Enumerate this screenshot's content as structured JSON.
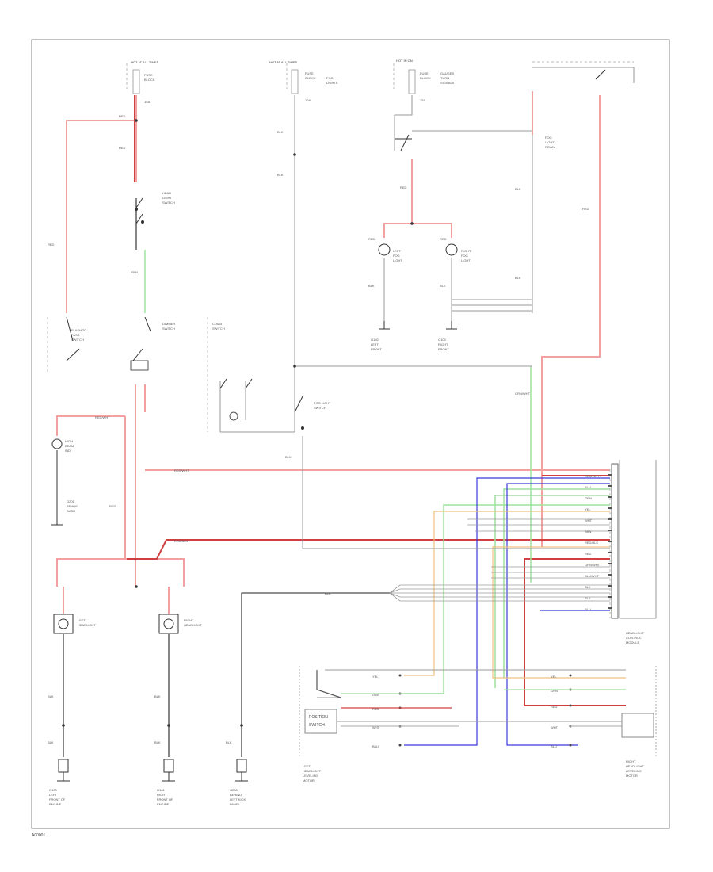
{
  "diagram": {
    "footer": "A00001",
    "frame_title": "WIRING DIAGRAM",
    "colors": {
      "red": "#f2a0a0",
      "red_dark": "#d04040",
      "green": "#9ee29e",
      "blue": "#3b3bdb",
      "gray": "#9a9a9a",
      "orange": "#f0c080",
      "black": "#222222"
    },
    "fuses": [
      {
        "label": "HOT AT ALL TIMES",
        "lines": [
          "FUSE",
          "BLOCK",
          "15A"
        ]
      },
      {
        "label": "HOT AT ALL TIMES",
        "lines": [
          "FUSE",
          "BLOCK",
          "10A",
          "FOG",
          "LIGHTS"
        ]
      },
      {
        "label": "HOT IN ON",
        "lines": [
          "FUSE",
          "BLOCK",
          "15A",
          "GAUGES",
          "TURN",
          "SIGNALS"
        ]
      }
    ],
    "switches": [
      {
        "label": "HEADLIGHT SWITCH",
        "lines": [
          "HEAD",
          "LIGHT",
          "SWITCH"
        ]
      },
      {
        "label": "DIMMER SWITCH",
        "lines": [
          "DIMMER",
          "SWITCH"
        ]
      },
      {
        "label": "FLASH TO PASS SWITCH",
        "lines": [
          "FLASH TO",
          "PASS",
          "SWITCH"
        ]
      },
      {
        "label": "FOG LIGHT SWITCH",
        "lines": [
          "FOG LIGHT",
          "SWITCH"
        ]
      },
      {
        "label": "COMBINATION SWITCH",
        "lines": [
          "COMB",
          "SWITCH"
        ]
      }
    ],
    "components": [
      {
        "label": "LEFT HEADLIGHT",
        "lines": [
          "LEFT",
          "HEADLIGHT"
        ]
      },
      {
        "label": "RIGHT HEADLIGHT",
        "lines": [
          "RIGHT",
          "HEADLIGHT"
        ]
      },
      {
        "label": "LEFT FOG LIGHT",
        "lines": [
          "LEFT",
          "FOG",
          "LIGHT"
        ]
      },
      {
        "label": "RIGHT FOG LIGHT",
        "lines": [
          "RIGHT",
          "FOG",
          "LIGHT"
        ]
      },
      {
        "label": "HIGH BEAM INDICATOR",
        "lines": [
          "HIGH",
          "BEAM",
          "IND"
        ]
      },
      {
        "label": "FOG LIGHT RELAY",
        "lines": [
          "FOG",
          "LIGHT",
          "RELAY"
        ]
      },
      {
        "label": "HEADLIGHT CONTROL MODULE",
        "lines": [
          "HEADLIGHT",
          "CONTROL",
          "MODULE"
        ]
      },
      {
        "label": "POSITION SWITCH",
        "lines": [
          "POSITION",
          "SWITCH"
        ]
      },
      {
        "label": "LEFT HEADLIGHT LEVELING MOTOR",
        "lines": [
          "LEFT",
          "HEADLIGHT",
          "LEVELING",
          "MOTOR"
        ]
      },
      {
        "label": "RIGHT HEADLIGHT LEVELING MOTOR",
        "lines": [
          "RIGHT",
          "HEADLIGHT",
          "LEVELING",
          "MOTOR"
        ]
      }
    ],
    "grounds": [
      {
        "label": "G100",
        "lines": [
          "G100",
          "LEFT",
          "FRONT OF",
          "ENGINE"
        ]
      },
      {
        "label": "G101",
        "lines": [
          "G101",
          "RIGHT",
          "FRONT OF",
          "ENGINE"
        ]
      },
      {
        "label": "G200",
        "lines": [
          "G200",
          "BEHIND",
          "LEFT KICK",
          "PANEL"
        ]
      },
      {
        "label": "G102",
        "lines": [
          "G102",
          "LEFT",
          "FRONT"
        ]
      },
      {
        "label": "G103",
        "lines": [
          "G103",
          "RIGHT",
          "FRONT"
        ]
      },
      {
        "label": "G201",
        "lines": [
          "G201",
          "BEHIND",
          "DASH"
        ]
      }
    ],
    "wire_labels": [
      "RED",
      "RED/WHT",
      "RED/BLK",
      "GRN",
      "BLU",
      "BLK",
      "WHT",
      "YEL",
      "GRN/WHT",
      "BLU/WHT",
      "BRN"
    ]
  }
}
